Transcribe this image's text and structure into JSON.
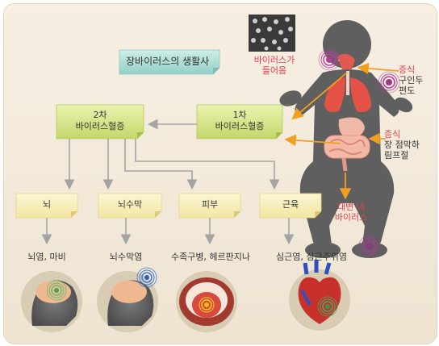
{
  "title": "장바이러스의 생활사",
  "entry": {
    "line1": "바이러스가",
    "line2": "들어옴"
  },
  "replication_throat": {
    "title": "증식",
    "line1": "구인두",
    "line2": "편도"
  },
  "replication_gut": {
    "title": "증식",
    "line1": "장 점막하",
    "line2": "림프절"
  },
  "feces": {
    "line1": "대변 내",
    "line2": "바이러스"
  },
  "viremia1": {
    "line1": "1차",
    "line2": "바이러스혈증"
  },
  "viremia2": {
    "line1": "2차",
    "line2": "바이러스혈증"
  },
  "organs": [
    {
      "name": "뇌",
      "disease": "뇌염, 마비"
    },
    {
      "name": "뇌수막",
      "disease": "뇌수막염"
    },
    {
      "name": "피부",
      "disease": "수족구병, 헤르판지나"
    },
    {
      "name": "근육",
      "disease": "심근염, 심근주위염"
    }
  ],
  "colors": {
    "red_label": "#e2404e",
    "arrow_orange": "#f0a020",
    "arrow_gray": "#a4a4a4",
    "note_yellow": "#f8f0b8",
    "box_green": "#cfe07a",
    "title_teal": "#a9dcd4"
  }
}
